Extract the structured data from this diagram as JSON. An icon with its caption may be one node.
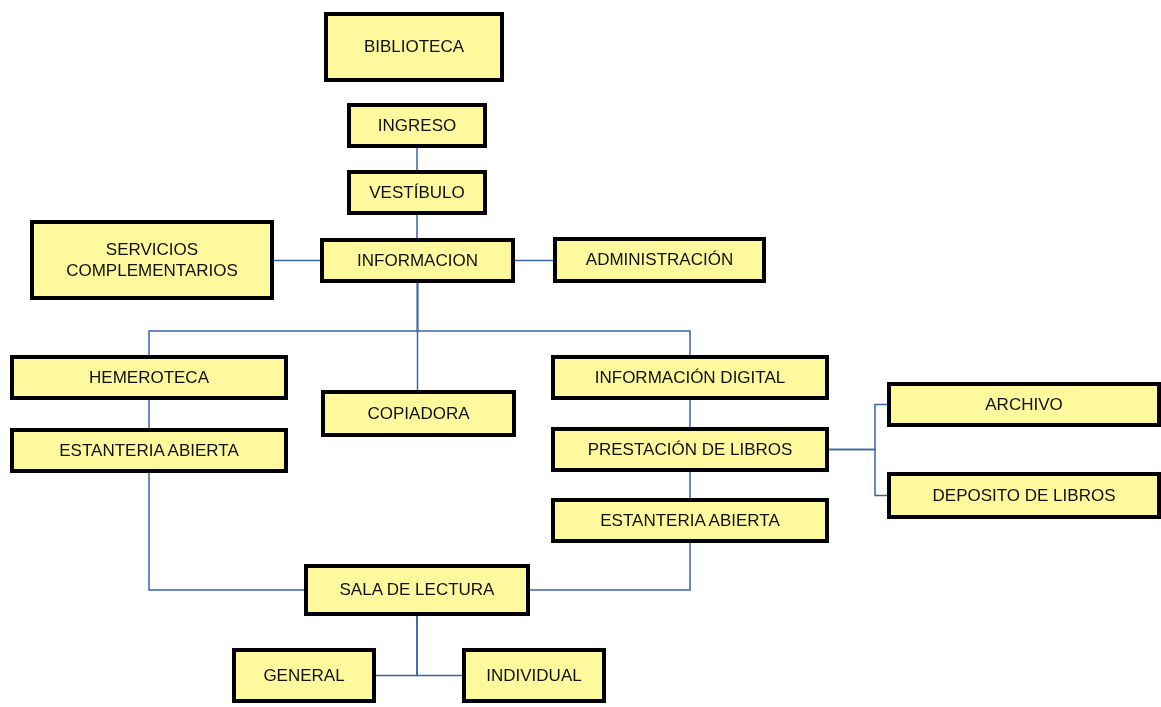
{
  "diagram": {
    "nodes": [
      {
        "text": [
          "BIBLIOTECA"
        ]
      },
      {
        "text": [
          "INGRESO"
        ]
      },
      {
        "text": [
          "VESTÍBULO"
        ]
      },
      {
        "text": [
          "SERVICIOS COMPLEMENTARIOS"
        ]
      },
      {
        "text": [
          "INFORMACION"
        ]
      },
      {
        "text": [
          "ADMINISTRACIÓN"
        ]
      },
      {
        "text": [
          "HEMEROTECA"
        ]
      },
      {
        "text": [
          "COPIADORA"
        ]
      },
      {
        "text": [
          "INFORMACIÓN DIGITAL"
        ]
      },
      {
        "text": [
          "ESTANTERIA ABIERTA"
        ]
      },
      {
        "text": [
          "PRESTACIÓN DE LIBROS"
        ]
      },
      {
        "text": [
          "ARCHIVO"
        ]
      },
      {
        "text": [
          "ESTANTERIA ABIERTA"
        ]
      },
      {
        "text": [
          "DEPOSITO DE LIBROS"
        ]
      },
      {
        "text": [
          "SALA DE LECTURA"
        ]
      },
      {
        "text": [
          "GENERAL"
        ]
      },
      {
        "text": [
          "INDIVIDUAL"
        ]
      }
    ],
    "edges": [
      {
        "from": 1,
        "to": 2,
        "arrow": "none"
      },
      {
        "from": 2,
        "to": 4,
        "arrow": "none"
      },
      {
        "from": 4,
        "to": 3,
        "arrow": "none"
      },
      {
        "from": 4,
        "to": 5,
        "arrow": "none"
      },
      {
        "from": 4,
        "to": 6,
        "arrow": "none"
      },
      {
        "from": 4,
        "to": 7,
        "arrow": "none"
      },
      {
        "from": 4,
        "to": 8,
        "arrow": "none"
      },
      {
        "from": 6,
        "to": 9,
        "arrow": "none"
      },
      {
        "from": 9,
        "to": 14,
        "arrow": "none"
      },
      {
        "from": 8,
        "to": 10,
        "arrow": "none"
      },
      {
        "from": 10,
        "to": 11,
        "arrow": "none"
      },
      {
        "from": 10,
        "to": 13,
        "arrow": "none"
      },
      {
        "from": 10,
        "to": 12,
        "arrow": "none"
      },
      {
        "from": 12,
        "to": 14,
        "arrow": "none"
      },
      {
        "from": 14,
        "to": 15,
        "arrow": "none"
      },
      {
        "from": 14,
        "to": 16,
        "arrow": "none"
      }
    ]
  }
}
